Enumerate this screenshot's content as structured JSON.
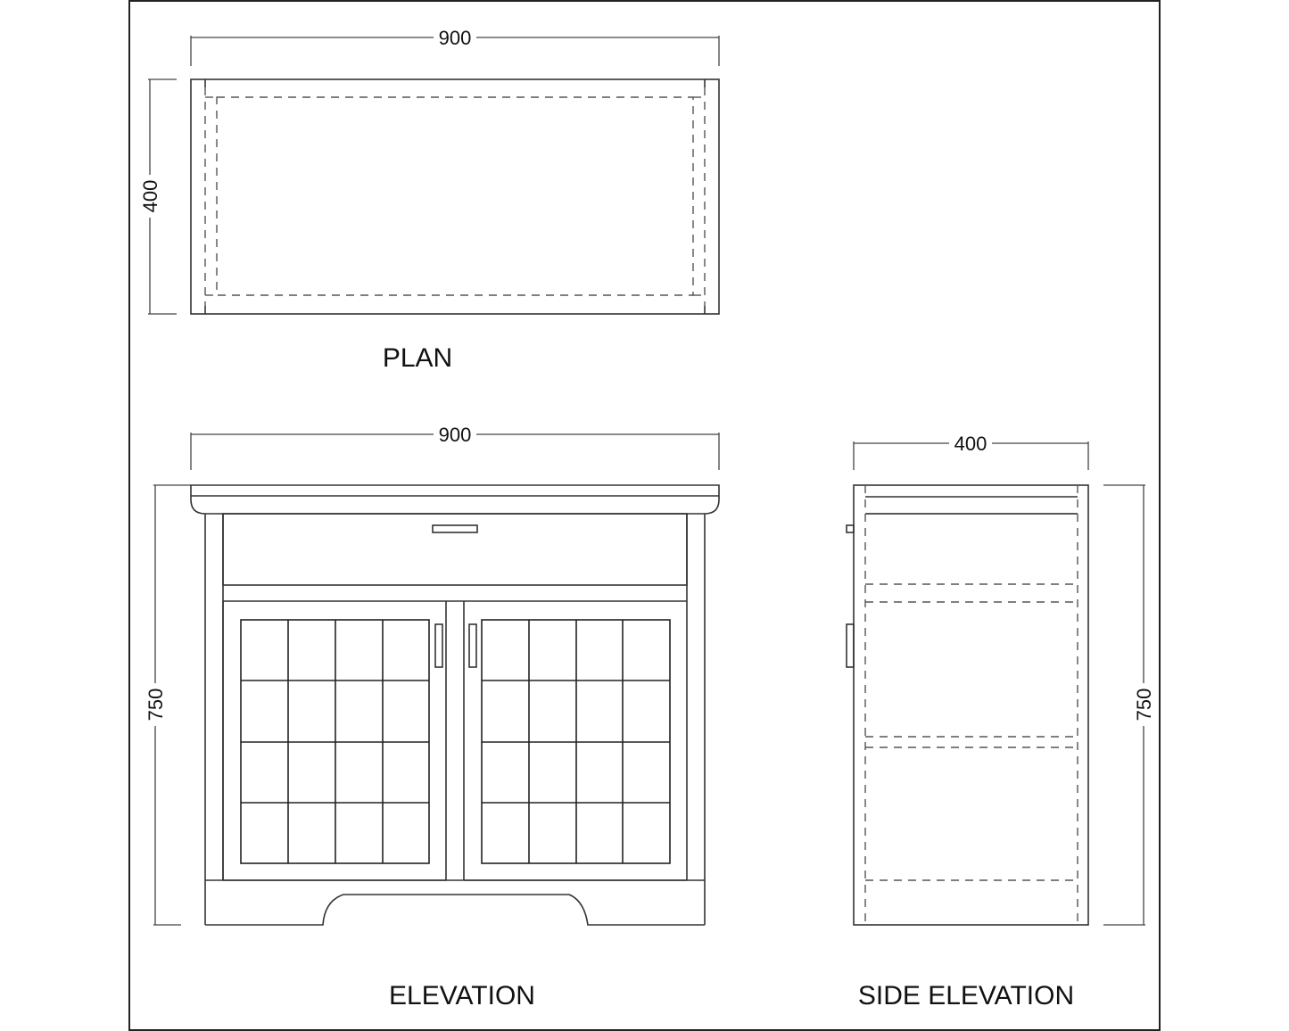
{
  "drawing": {
    "views": {
      "plan": {
        "title": "PLAN",
        "width_dim": "900",
        "depth_dim": "400"
      },
      "elevation": {
        "title": "ELEVATION",
        "width_dim": "900",
        "height_dim": "750",
        "door_count": 2,
        "glass_grid": "4 x 4",
        "drawer_count": 1
      },
      "side_elevation": {
        "title": "SIDE ELEVATION",
        "depth_dim": "400",
        "height_dim": "750",
        "shelf_count": 2
      }
    },
    "colors": {
      "line": "#333333",
      "background": "#ffffff"
    }
  }
}
